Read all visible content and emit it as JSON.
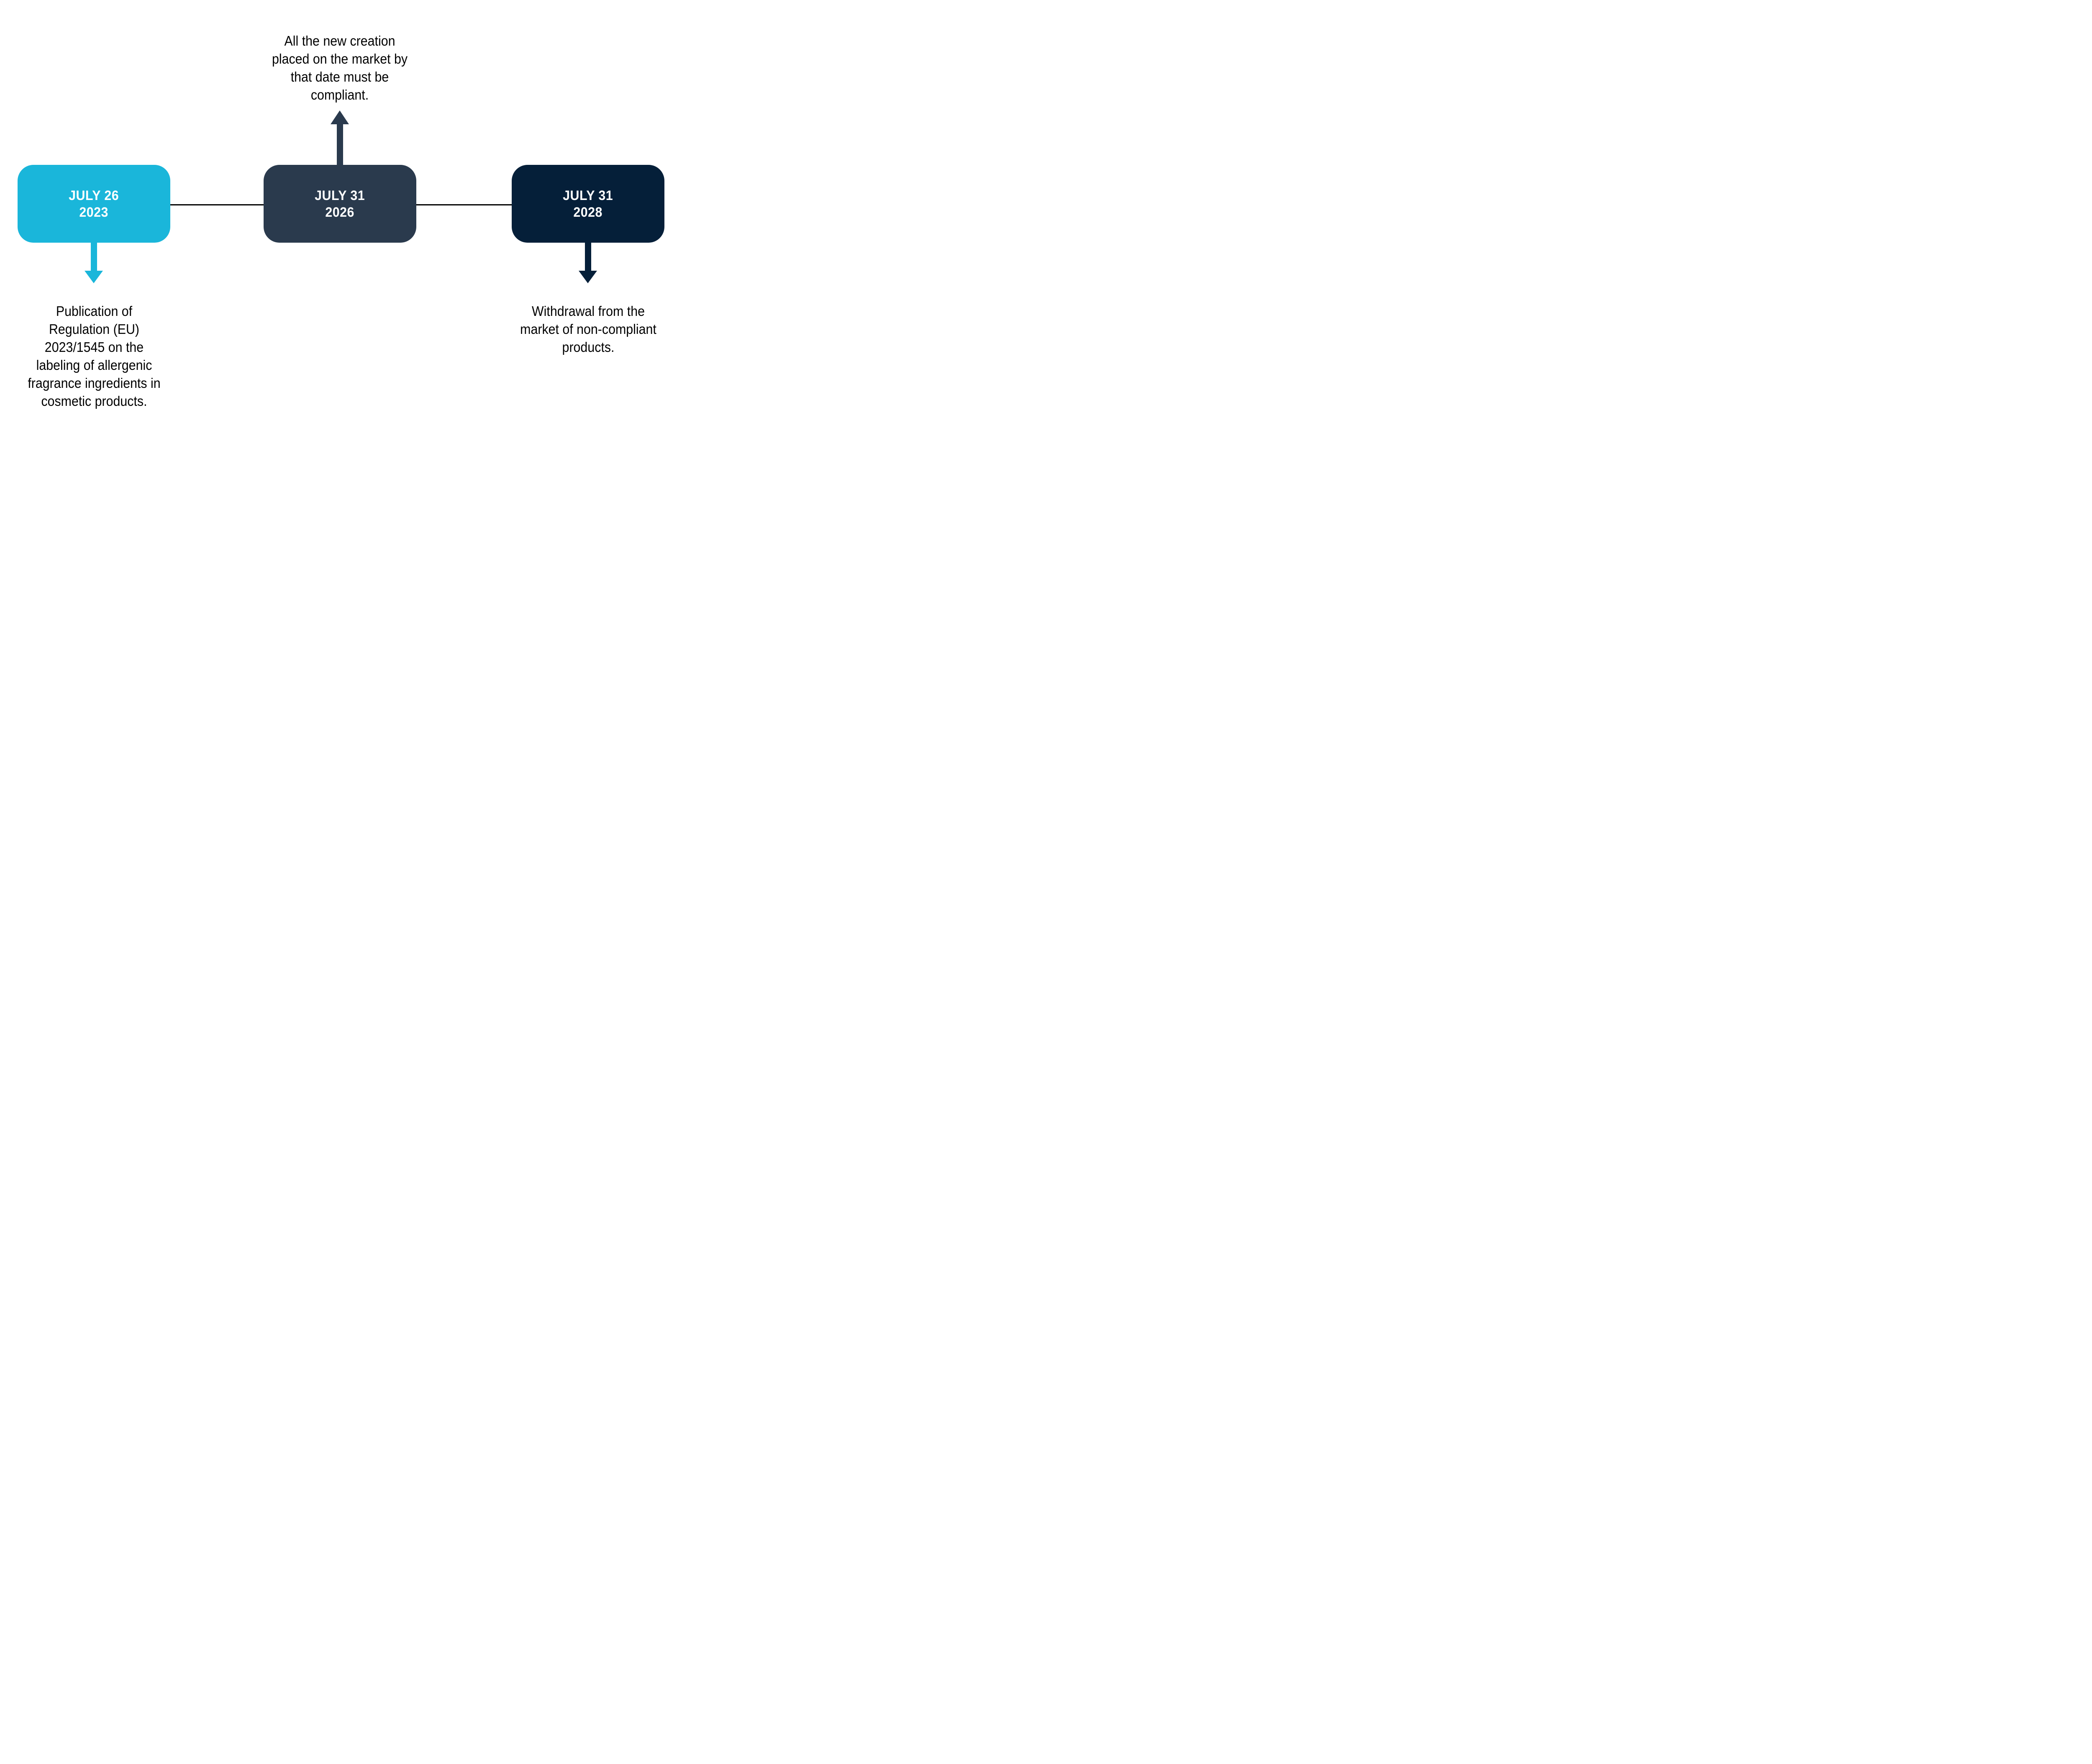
{
  "timeline": {
    "background_color": "#FFFFFF",
    "connector_color": "#000000",
    "description_text_color": "#000000",
    "events": [
      {
        "date_lines": [
          "JULY 26",
          "2023"
        ],
        "box_color": "#1AB6DA",
        "date_text_color": "#FFFFFF",
        "arrow_direction": "down",
        "arrow_color": "#1AB6DA",
        "description_lines": [
          "Publication of",
          "Regulation (EU)",
          "2023/1545 on the",
          "labeling of allergenic",
          "fragrance ingredients in",
          "cosmetic products."
        ]
      },
      {
        "date_lines": [
          "JULY 31",
          "2026"
        ],
        "box_color": "#2A3A4D",
        "date_text_color": "#FFFFFF",
        "arrow_direction": "up",
        "arrow_color": "#2A3A4D",
        "description_lines": [
          "All the new creation",
          "placed on the market by",
          "that date must be",
          "compliant."
        ]
      },
      {
        "date_lines": [
          "JULY 31",
          "2028"
        ],
        "box_color": "#051F39",
        "date_text_color": "#FFFFFF",
        "arrow_direction": "down",
        "arrow_color": "#051F39",
        "description_lines": [
          "Withdrawal from the",
          "market of non-compliant",
          "products."
        ]
      }
    ]
  }
}
